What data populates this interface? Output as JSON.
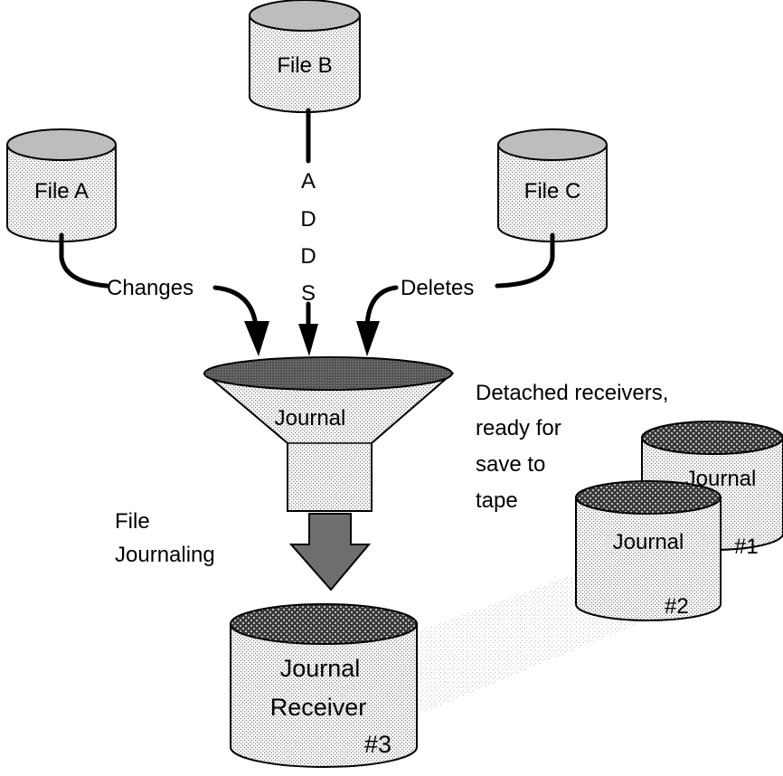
{
  "diagram": {
    "files": [
      {
        "id": "file_a",
        "label": "File A"
      },
      {
        "id": "file_b",
        "label": "File B"
      },
      {
        "id": "file_c",
        "label": "File C"
      }
    ],
    "operations": {
      "changes": "Changes",
      "adds_letters": [
        "A",
        "D",
        "D",
        "S"
      ],
      "deletes": "Deletes"
    },
    "funnel_label": "Journal",
    "side_label": [
      "File",
      "Journaling"
    ],
    "receiver": {
      "line1": "Journal",
      "line2": "Receiver",
      "number": "#3"
    },
    "detached_note": [
      "Detached receivers,",
      "ready for",
      "save to",
      "tape"
    ],
    "detached_receivers": [
      {
        "label": "Journal",
        "number": "#1"
      },
      {
        "label": "Journal",
        "number": "#2"
      }
    ]
  },
  "colors": {
    "stipple_fill": "#d8d8d8",
    "dark_mesh": "#5a5a5a",
    "stroke": "#000000",
    "shadow": "#e6e6e6"
  }
}
